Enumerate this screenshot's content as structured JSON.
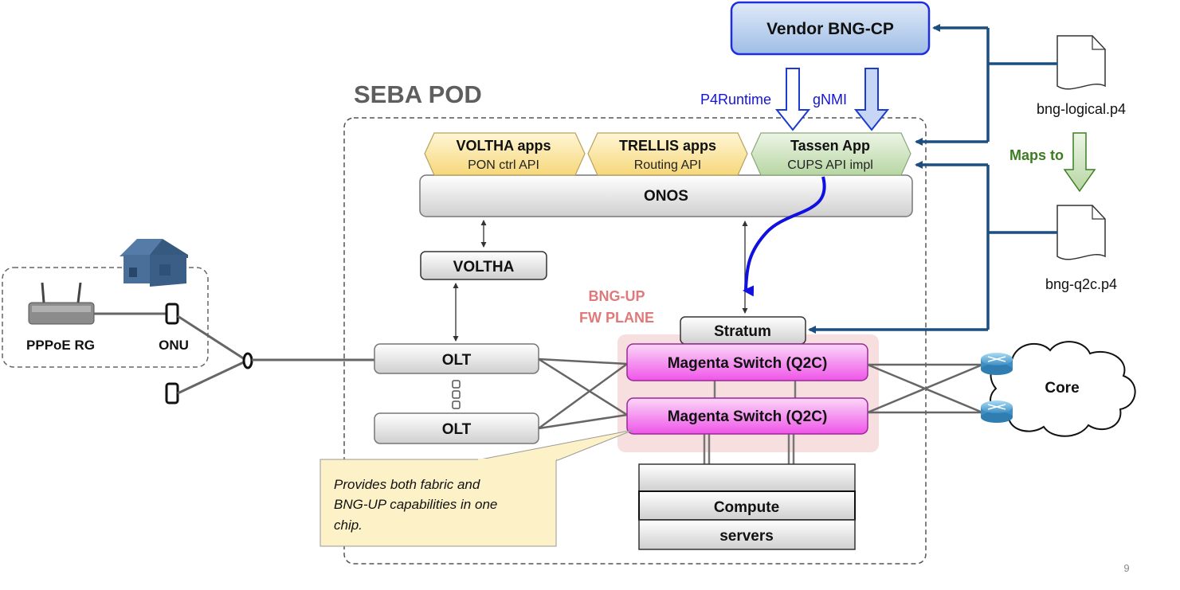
{
  "pod_title": "SEBA POD",
  "vendor_bng_cp": "Vendor BNG-CP",
  "p4runtime": "P4Runtime",
  "gnmi": "gNMI",
  "voltha_apps": {
    "title": "VOLTHA apps",
    "sub": "PON ctrl API"
  },
  "trellis_apps": {
    "title": "TRELLIS apps",
    "sub": "Routing API"
  },
  "tassen_app": {
    "title": "Tassen App",
    "sub": "CUPS API impl"
  },
  "onos": "ONOS",
  "voltha": "VOLTHA",
  "bng_up_line1": "BNG-UP",
  "bng_up_line2": "FW PLANE",
  "stratum": "Stratum",
  "olt_top": "OLT",
  "olt_bottom": "OLT",
  "switch_top": "Magenta Switch (Q2C)",
  "switch_bottom": "Magenta Switch (Q2C)",
  "compute_line1": "Compute",
  "compute_line2": "servers",
  "pppoe_rg": "PPPoE RG",
  "onu": "ONU",
  "core": "Core",
  "file_logical": "bng-logical.p4",
  "file_q2c": "bng-q2c.p4",
  "maps_to": "Maps to",
  "callout_line1": "Provides both fabric and",
  "callout_line2": "BNG-UP capabilities in one",
  "callout_line3": "chip.",
  "page_number": "9",
  "colors": {
    "accent_blue": "#1f3f9a",
    "arrow_navy": "#1c4e80",
    "magenta": "#f2a7ee",
    "bng_red": "#e07a7a",
    "maps_green": "#3c7d22"
  }
}
